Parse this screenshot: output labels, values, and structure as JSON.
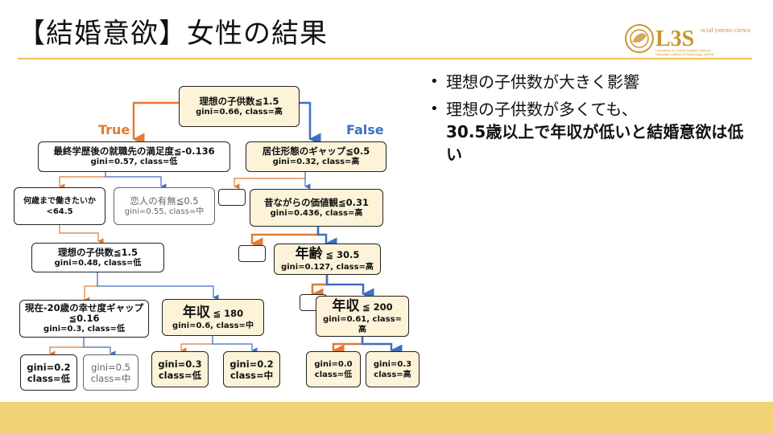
{
  "slide": {
    "title": "【結婚意欲】女性の結果",
    "logo_text": "L3S",
    "logo_side": "ocial ystems cience",
    "logo_sub": "Laboratory for Social Systems Science",
    "logo_sub2": "Hakodate Institute of Technology, JAPAN"
  },
  "colors": {
    "accent": "#e8c15a",
    "footer": "#f1d274",
    "true_branch": "#e07a34",
    "false_branch": "#3d6fc0",
    "node_fill": "#fdf3d8"
  },
  "bullets": [
    {
      "text": "理想の子供数が大きく影響",
      "bold": ""
    },
    {
      "text": "理想の子供数が多くても、",
      "bold": "30.5歳以上で年収が低いと結婚意欲は低い"
    }
  ],
  "tree": {
    "true_label": "True",
    "false_label": "False",
    "n_root": {
      "cond": "理想の子供数≦1.5",
      "stats": "gini=0.66, class=高"
    },
    "n_l1": {
      "cond": "最終学歴後の就職先の満足度≦-0.136",
      "stats": "gini=0.57, class=低"
    },
    "n_r1": {
      "cond": "居住形態のギャップ≦0.5",
      "stats": "gini=0.32, class=高"
    },
    "n_ll": {
      "cond": "何歳まで働きたいか",
      "cond2": "<64.5"
    },
    "n_lr": {
      "cond": "恋人の有無≦0.5",
      "stats": "gini=0.55, class=中"
    },
    "n_r2": {
      "cond": "昔ながらの価値観≦0.31",
      "stats": "gini=0.436, class=高"
    },
    "n_l3": {
      "cond": "理想の子供数≦1.5",
      "stats": "gini=0.48, class=低"
    },
    "n_r3": {
      "big": "年齢",
      "cond": "≦ 30.5",
      "stats": "gini=0.127, class=高"
    },
    "n_l4a": {
      "cond": "現在-20歳の幸せ度ギャップ≦0.16",
      "stats": "gini=0.3, class=低"
    },
    "n_l4b": {
      "big": "年収",
      "cond": "≦ 180",
      "stats": "gini=0.6, class=中"
    },
    "n_r4": {
      "big": "年収",
      "cond": "≦ 200",
      "stats": "gini=0.61, class=高"
    },
    "leaves": [
      {
        "gini": "gini=0.2",
        "cls": "class=低"
      },
      {
        "gini": "gini=0.5",
        "cls": "class=中"
      },
      {
        "gini": "gini=0.3",
        "cls": "class=低"
      },
      {
        "gini": "gini=0.2",
        "cls": "class=中"
      },
      {
        "gini": "gini=0.0",
        "cls": "class=低"
      },
      {
        "gini": "gini=0.3",
        "cls": "class=高"
      }
    ]
  }
}
